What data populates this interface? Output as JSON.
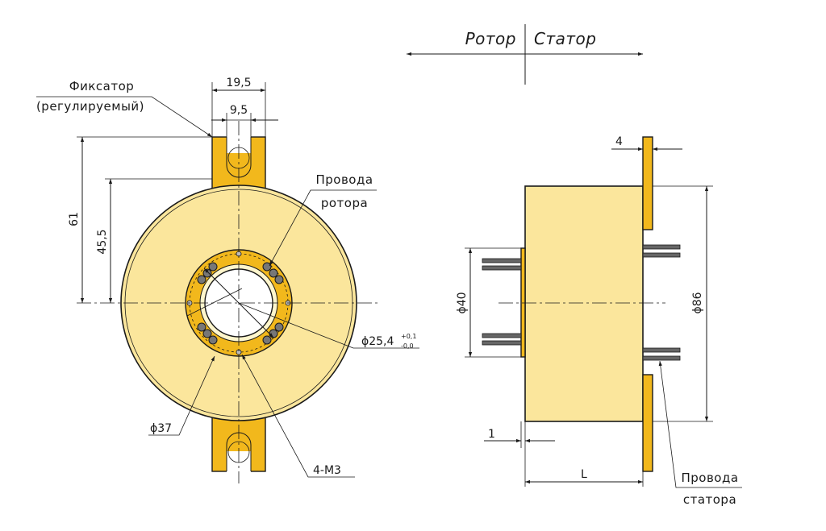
{
  "labels": {
    "rotor": "Ротор",
    "stator": "Статор",
    "fixator_line1": "Фиксатор",
    "fixator_line2": "(регулируемый)",
    "rotor_wires_line1": "Провода",
    "rotor_wires_line2": "ротора",
    "stator_wires_line1": "Провода",
    "stator_wires_line2": "статора"
  },
  "dimensions": {
    "width_19_5": "19,5",
    "width_9_5": "9,5",
    "height_61": "61",
    "height_45_5": "45,5",
    "bore_diameter": "ϕ25,4",
    "bore_tol_upper": "+0,1",
    "bore_tol_lower": "-0,0",
    "pitch_diameter": "ϕ37",
    "holes": "4-M3",
    "flange_thickness": "4",
    "rotor_diameter": "ϕ40",
    "body_diameter": "ϕ86",
    "rotor_protrusion": "1",
    "length": "L"
  },
  "colors": {
    "body": "#fbe69c",
    "flange": "#f2b81c",
    "line": "#1a1a1a"
  }
}
